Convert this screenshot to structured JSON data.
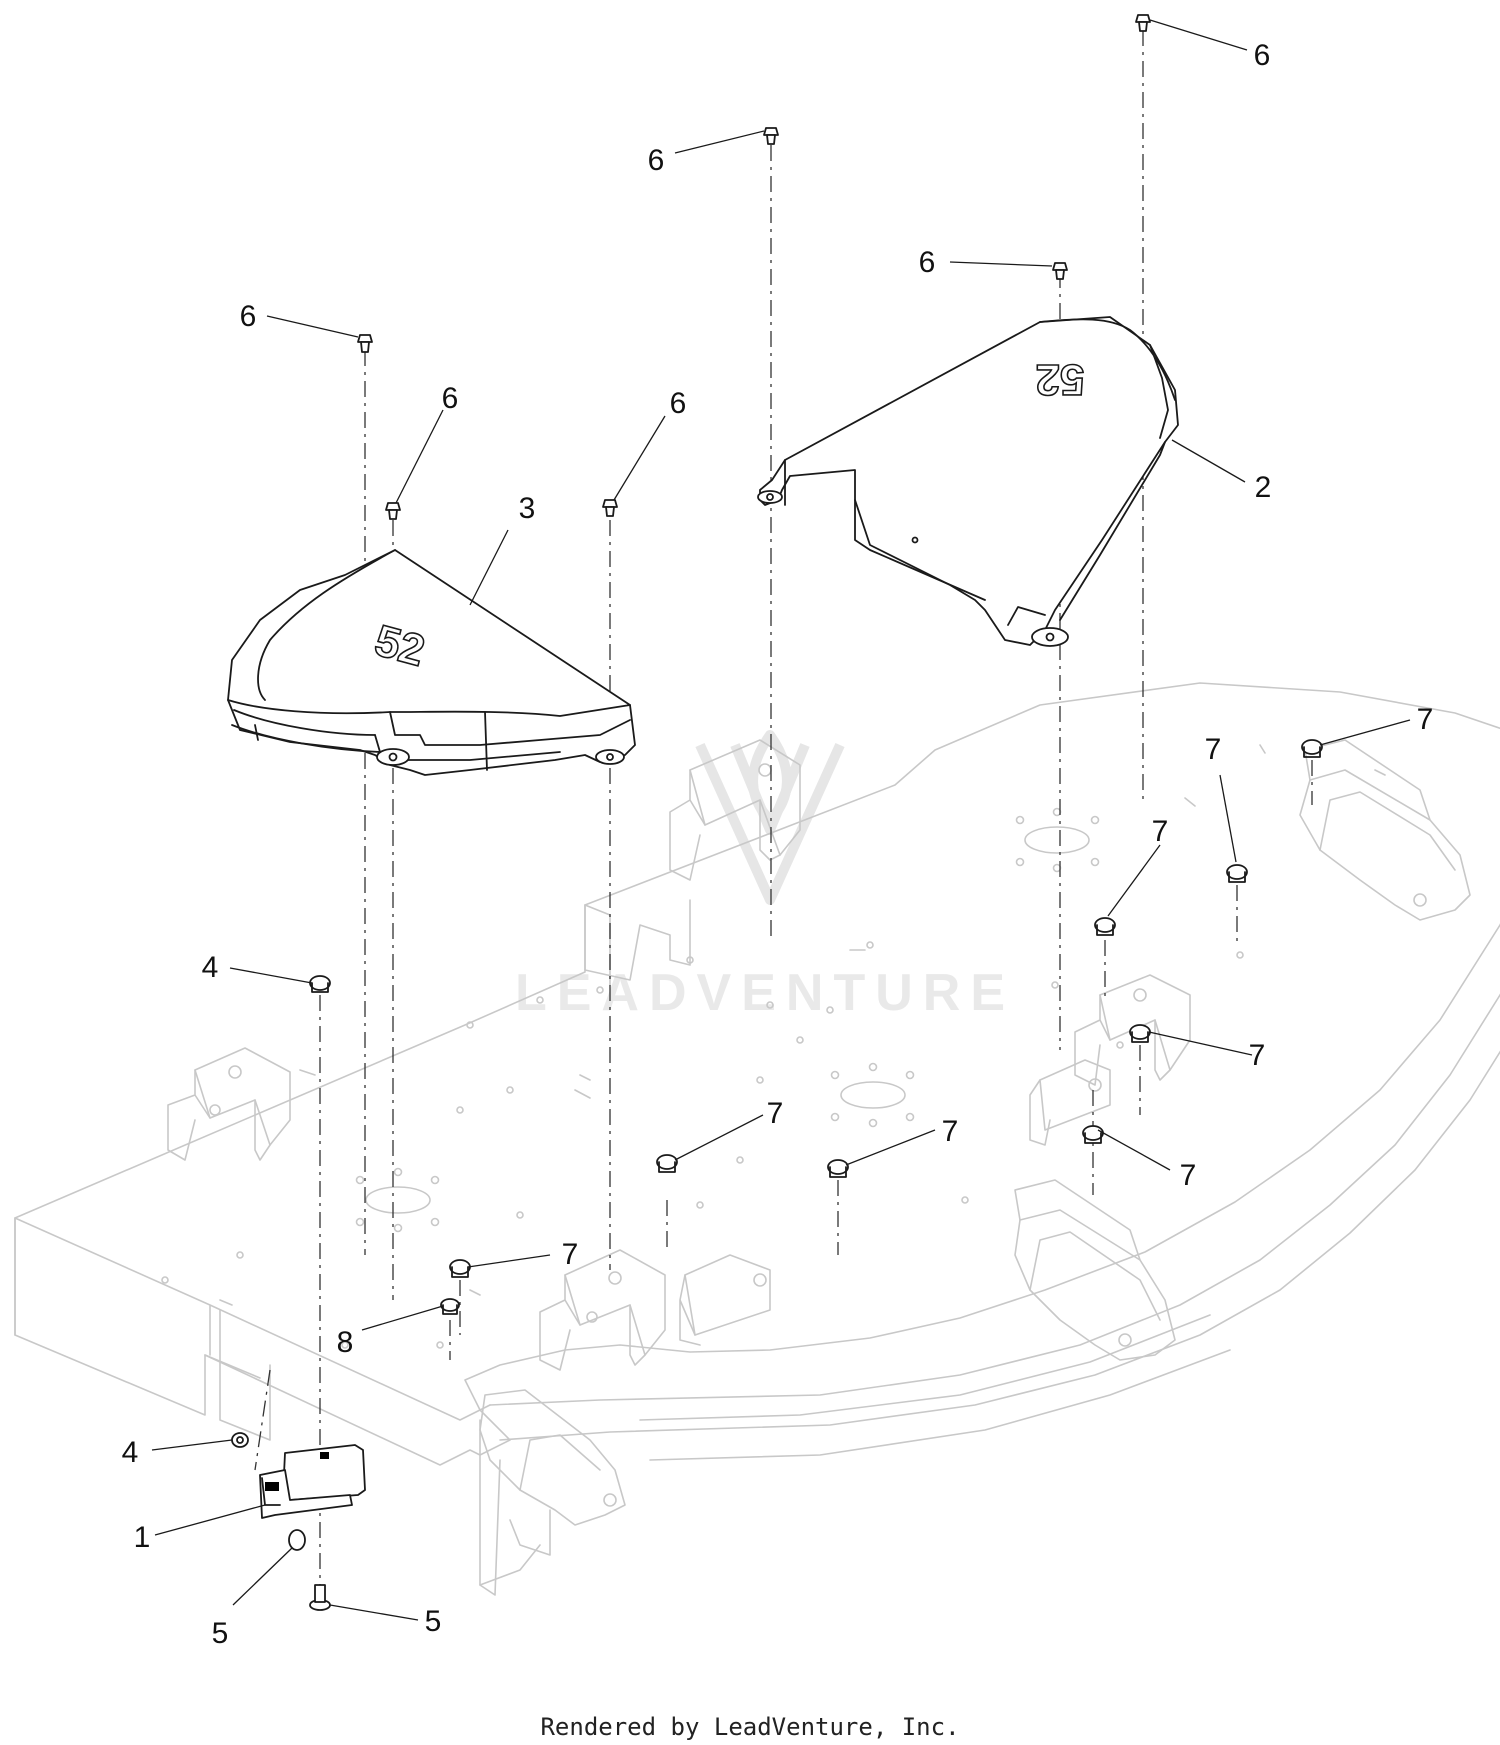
{
  "diagram": {
    "watermark": "LEADVENTURE",
    "deck_size_marking": "52",
    "footer": "Rendered by LeadVenture, Inc.",
    "callouts": [
      {
        "id": "c1",
        "label": "1"
      },
      {
        "id": "c2",
        "label": "2"
      },
      {
        "id": "c3",
        "label": "3"
      },
      {
        "id": "c4a",
        "label": "4"
      },
      {
        "id": "c4b",
        "label": "4"
      },
      {
        "id": "c5a",
        "label": "5"
      },
      {
        "id": "c5b",
        "label": "5"
      },
      {
        "id": "c6a",
        "label": "6"
      },
      {
        "id": "c6b",
        "label": "6"
      },
      {
        "id": "c6c",
        "label": "6"
      },
      {
        "id": "c6d",
        "label": "6"
      },
      {
        "id": "c6e",
        "label": "6"
      },
      {
        "id": "c6f",
        "label": "6"
      },
      {
        "id": "c7a",
        "label": "7"
      },
      {
        "id": "c7b",
        "label": "7"
      },
      {
        "id": "c7c",
        "label": "7"
      },
      {
        "id": "c7d",
        "label": "7"
      },
      {
        "id": "c7e",
        "label": "7"
      },
      {
        "id": "c7f",
        "label": "7"
      },
      {
        "id": "c7g",
        "label": "7"
      },
      {
        "id": "c7h",
        "label": "7"
      },
      {
        "id": "c8",
        "label": "8"
      }
    ]
  }
}
